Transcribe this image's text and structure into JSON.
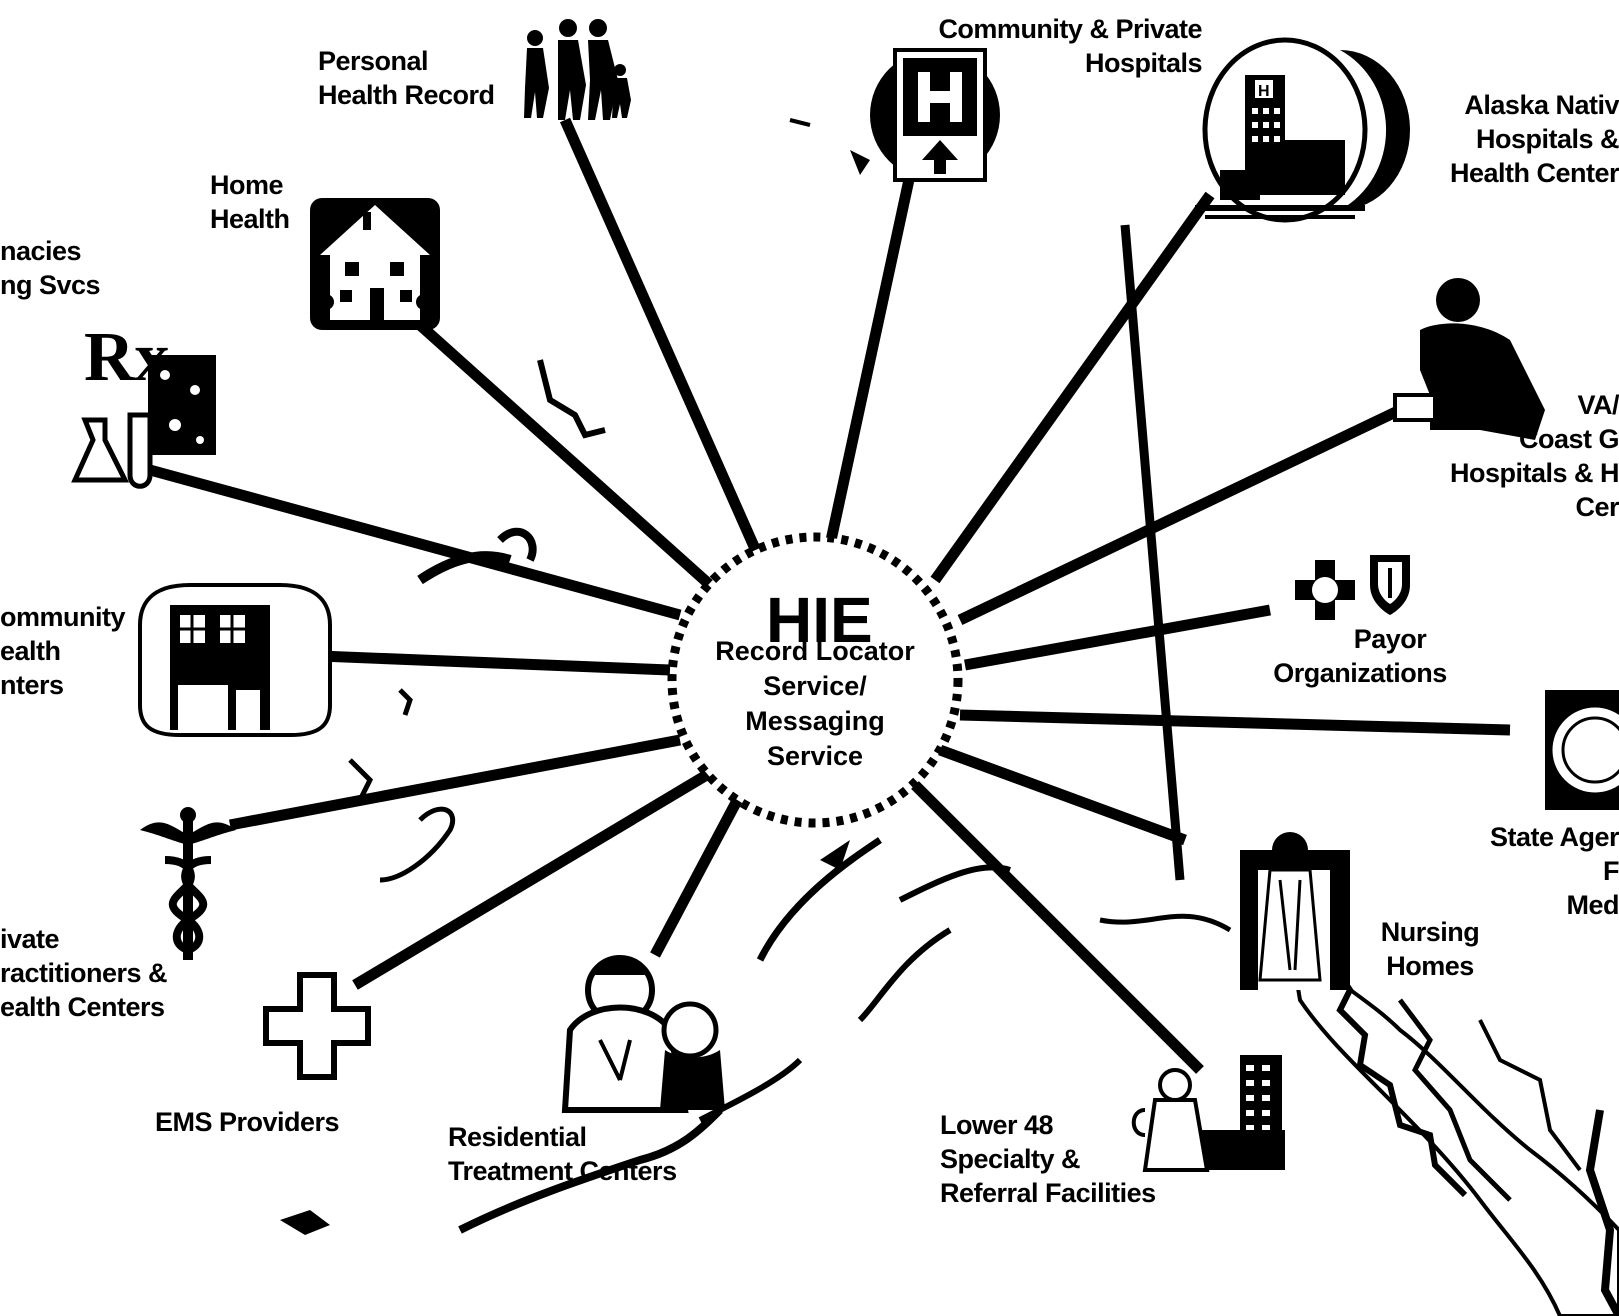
{
  "hub": {
    "title": "HIE",
    "subtitle_lines": [
      "Record Locator",
      "Service/",
      "Messaging",
      "Service"
    ]
  },
  "nodes": {
    "personal_health_record": {
      "lines": [
        "Personal",
        "Health Record"
      ],
      "icon": "family-walking-icon"
    },
    "community_private_hospitals": {
      "lines": [
        "Community & Private",
        "Hospitals"
      ],
      "icon": "hospital-sign-icon"
    },
    "alaska_native_hospitals": {
      "lines": [
        "Alaska Nativ",
        "Hospitals &",
        "Health Center"
      ],
      "icon": "hospital-building-icon"
    },
    "va_coast_guard": {
      "lines": [
        "VA/",
        "Coast G",
        "Hospitals & H",
        "Cer"
      ],
      "icon": "doctor-telephone-icon"
    },
    "payor_organizations": {
      "lines": [
        "Payor",
        "Organizations"
      ],
      "icon": "blue-cross-shield-icon"
    },
    "state_agencies": {
      "lines": [
        "State Ager",
        "F",
        "Med"
      ],
      "icon": "state-seal-icon"
    },
    "nursing_homes": {
      "lines": [
        "Nursing",
        "Homes"
      ],
      "icon": "nurse-icon"
    },
    "lower48_specialty": {
      "lines": [
        "Lower 48",
        "Specialty &",
        "Referral Facilities"
      ],
      "icon": "surgeon-building-icon"
    },
    "residential_treatment": {
      "lines": [
        "Residential",
        "Treatment Centers"
      ],
      "icon": "doctor-patient-icon"
    },
    "ems_providers": {
      "lines": [
        "EMS Providers"
      ],
      "icon": "medical-cross-icon"
    },
    "private_practitioners": {
      "lines": [
        "ivate",
        "ractitioners &",
        "ealth Centers"
      ],
      "icon": "caduceus-icon"
    },
    "community_health_centers": {
      "lines": [
        "ommunity",
        "ealth",
        "nters"
      ],
      "icon": "clinic-storefront-icon"
    },
    "pharmacies_lab": {
      "lines": [
        "nacies",
        "ng Svcs"
      ],
      "icon": "rx-lab-flask-icon"
    },
    "home_health": {
      "lines": [
        "Home",
        "Health"
      ],
      "icon": "house-icon"
    }
  }
}
